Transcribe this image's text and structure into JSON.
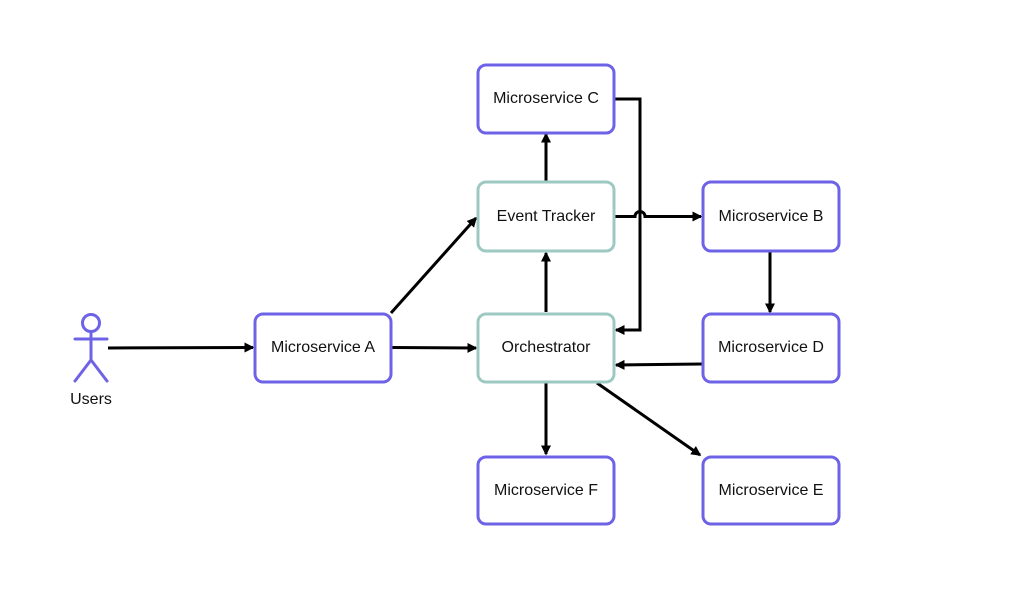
{
  "colors": {
    "service_border": "#6e63e6",
    "core_border": "#9ec9c2",
    "actor": "#6e63e6",
    "edge": "#000000",
    "node_fill": "#ffffff",
    "text": "#111111"
  },
  "actor": {
    "id": "users",
    "label": "Users",
    "icon": "person-icon"
  },
  "nodes": [
    {
      "id": "microservice-a",
      "label": "Microservice A",
      "kind": "service"
    },
    {
      "id": "orchestrator",
      "label": "Orchestrator",
      "kind": "core"
    },
    {
      "id": "event-tracker",
      "label": "Event Tracker",
      "kind": "core"
    },
    {
      "id": "microservice-c",
      "label": "Microservice C",
      "kind": "service"
    },
    {
      "id": "microservice-b",
      "label": "Microservice B",
      "kind": "service"
    },
    {
      "id": "microservice-d",
      "label": "Microservice D",
      "kind": "service"
    },
    {
      "id": "microservice-f",
      "label": "Microservice F",
      "kind": "service"
    },
    {
      "id": "microservice-e",
      "label": "Microservice E",
      "kind": "service"
    }
  ],
  "edges": [
    {
      "from": "users",
      "to": "microservice-a"
    },
    {
      "from": "microservice-a",
      "to": "orchestrator"
    },
    {
      "from": "microservice-a",
      "to": "event-tracker"
    },
    {
      "from": "orchestrator",
      "to": "event-tracker"
    },
    {
      "from": "event-tracker",
      "to": "microservice-c"
    },
    {
      "from": "event-tracker",
      "to": "microservice-b"
    },
    {
      "from": "microservice-c",
      "to": "orchestrator"
    },
    {
      "from": "microservice-b",
      "to": "microservice-d"
    },
    {
      "from": "microservice-d",
      "to": "orchestrator"
    },
    {
      "from": "orchestrator",
      "to": "microservice-f"
    },
    {
      "from": "orchestrator",
      "to": "microservice-e"
    }
  ]
}
